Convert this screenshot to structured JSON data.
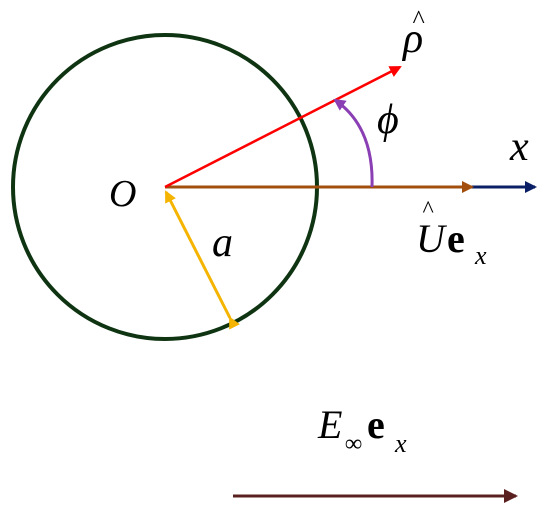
{
  "labels": {
    "origin": "O",
    "radius": "a",
    "angle": "ϕ",
    "axis": "x",
    "radial_unit": "ρ",
    "radial_hat": "^",
    "velocity_symbol": "U",
    "velocity_hat": "^",
    "velocity_vector": "e",
    "velocity_subscript": "x",
    "field_symbol": "E",
    "field_subscript": "∞",
    "field_vector": "e",
    "field_vector_subscript": "x"
  },
  "colors": {
    "circle": "#0f3412",
    "radial_arrow": "#ff0000",
    "angle_arc": "#8b3fb4",
    "radius_arrow": "#f4b400",
    "velocity_arrow": "#a24f0e",
    "axis_arrow": "#0b1f66",
    "field_arrow": "#5a1f1f"
  }
}
